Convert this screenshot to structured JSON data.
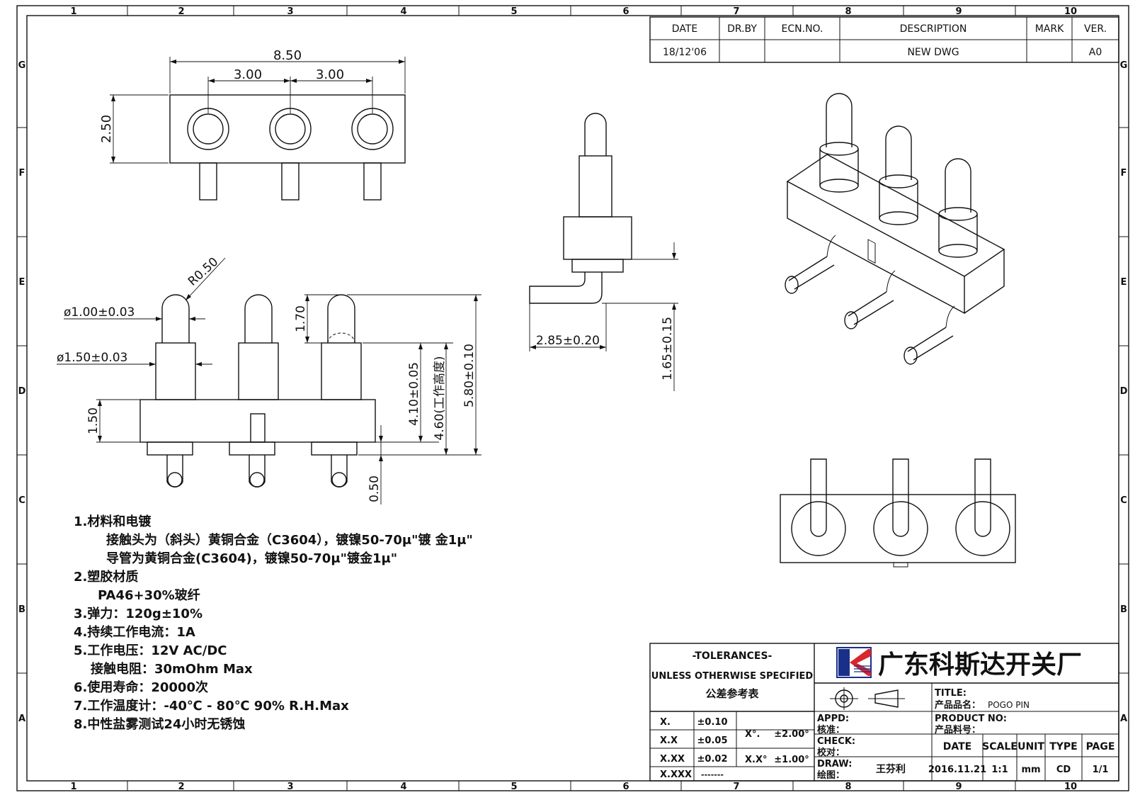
{
  "grid": {
    "columns": [
      "1",
      "2",
      "3",
      "4",
      "5",
      "6",
      "7",
      "8",
      "9",
      "10"
    ],
    "rows": [
      "G",
      "F",
      "E",
      "D",
      "C",
      "B",
      "A"
    ]
  },
  "revision": {
    "headers": [
      "DATE",
      "DR.BY",
      "ECN.NO.",
      "DESCRIPTION",
      "MARK",
      "VER."
    ],
    "row": [
      "18/12'06",
      "",
      "",
      "NEW  DWG",
      "",
      "A0"
    ]
  },
  "dims": {
    "top_width": "8.50",
    "pitch_1": "3.00",
    "pitch_2": "3.00",
    "top_height": "2.50",
    "radius": "R0.50",
    "tip_dia": "ø1.00±0.03",
    "barrel_dia": "ø1.50±0.03",
    "tip_len": "1.70",
    "body_h": "1.50",
    "h_410": "4.10±0.05",
    "h_460": "4.60(工作高度)",
    "h_580": "5.80±0.10",
    "h_050": "0.50",
    "side_285": "2.85±0.20",
    "side_165": "1.65±0.15"
  },
  "notes": [
    "1.材料和电镀",
    "接触头为（斜头）黄铜合金（C3604），镀镍50-70μ\"镀 金1μ\"",
    "导管为黄铜合金(C3604)，镀镍50-70μ\"镀金1μ\"",
    "2.塑胶材质",
    "PA46+30%玻纤",
    "3.弹力：120g±10%",
    "4.持续工作电流：1A",
    "5.工作电压：12V AC/DC",
    "接触电阻：30mOhm Max",
    "6.使用寿命：20000次",
    "7.工作温度计：-40℃ - 80℃   90% R.H.Max",
    "8.中性盐雾测试24小时无锈蚀"
  ],
  "title_block": {
    "tol_title": "-TOLERANCES-",
    "tol_sub": "UNLESS OTHERWISE SPECIFIED",
    "tol_cn": "公差参考表",
    "tol_rows": [
      {
        "k": "X.",
        "v": "±0.10"
      },
      {
        "k": "X.X",
        "v": "±0.05"
      },
      {
        "k": "X.XX",
        "v": "±0.02"
      },
      {
        "k": "X.XXX",
        "v": "-------"
      }
    ],
    "ang_rows": [
      {
        "k": "X°.",
        "v": "±2.00°"
      },
      {
        "k": "X.X°",
        "v": "±1.00°"
      }
    ],
    "company": "广东科斯达开关厂",
    "title_label": "TITLE:",
    "title_cn": "产品品名：",
    "title_value": "POGO PIN",
    "pno_label": "PRODUCT NO:",
    "pno_cn": "产品料号：",
    "appd": "APPD:",
    "appd_cn": "核准：",
    "check": "CHECK:",
    "check_cn": "校对：",
    "draw": "DRAW:",
    "draw_cn": "绘图：",
    "drawer": "王芬利",
    "info_headers": [
      "DATE",
      "SCALE",
      "UNIT",
      "TYPE",
      "PAGE"
    ],
    "info_values": [
      "2016.11.21",
      "1:1",
      "mm",
      "CD",
      "1/1"
    ]
  }
}
